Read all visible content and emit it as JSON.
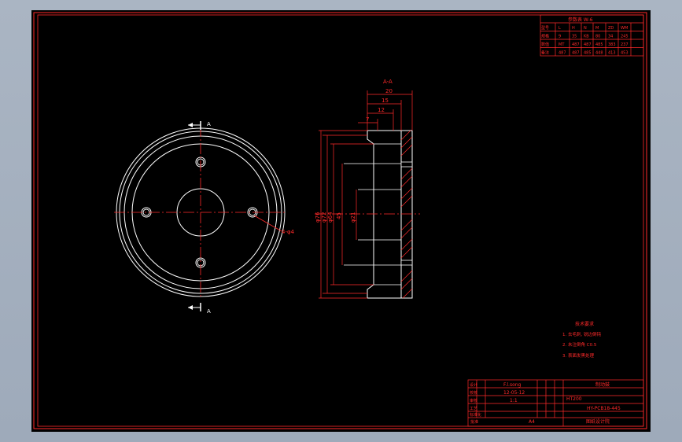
{
  "section_label": "A-A",
  "view_marker": "A",
  "dimensions": {
    "d20": "20",
    "d15": "15",
    "d12": "12",
    "d7": "7",
    "dia76": "φ76",
    "dia72": "φ72",
    "dia64": "φ64",
    "d45": "45",
    "dia21": "φ21",
    "hole_callout": "4-φ4"
  },
  "param_table": {
    "title": "参数表 W-6",
    "rows": [
      [
        "型号",
        "L",
        "H",
        "N",
        "M",
        "ZD",
        "WM"
      ],
      [
        "规格",
        "9",
        "35",
        "KB",
        "80",
        "34",
        "245"
      ],
      [
        "数值",
        "MT",
        "487",
        "487",
        "485",
        "383",
        "237"
      ],
      [
        "备注",
        "487",
        "487",
        "485",
        "448",
        "413",
        "453"
      ]
    ]
  },
  "notes": {
    "title": "技术要求",
    "items": [
      "1. 去毛刺, 锐边倒钝",
      "2. 未注倒角 C0.5",
      "3. 表面发黑处理"
    ]
  },
  "title_block": {
    "designer": "F.l.song",
    "date": "12-05-12",
    "scale": "1:1",
    "part_name": "制动鼓",
    "drawing_no": "HY-PCB18-445",
    "material": "HT200",
    "sheet": "A4",
    "company": "图纸设计院",
    "labels": [
      "设计",
      "校核",
      "审核",
      "工艺",
      "标准化",
      "批准"
    ]
  },
  "colors": {
    "line": "#ff2a2a",
    "white": "#ffffff",
    "background": "#000000"
  }
}
